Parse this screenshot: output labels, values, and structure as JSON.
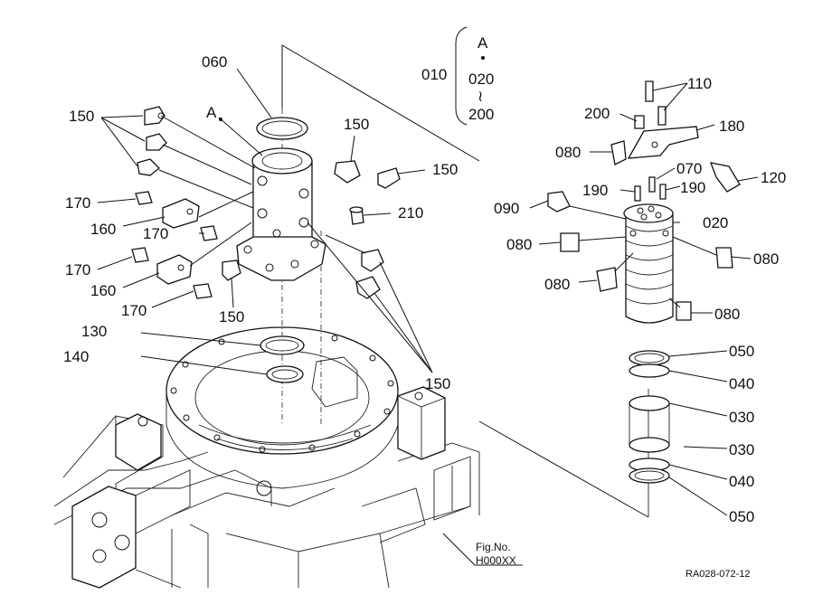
{
  "figure": {
    "fig_no_label": "Fig.No.",
    "fig_no_value": "H000XX",
    "drawing_ref": "RA028-072-12"
  },
  "assembly_note": {
    "group_number": "010",
    "top": "A",
    "range_start": "020",
    "range_tilde": "≀",
    "range_end": "200"
  },
  "callouts": {
    "p060": "060",
    "pA": "A",
    "p150_top_left": "150",
    "p150_mid": "150",
    "p150_right": "150",
    "p150_lower": "150",
    "p150_bottom": "150",
    "p170_a": "170",
    "p160_a": "160",
    "p170_b": "170",
    "p170_c": "170",
    "p160_b": "160",
    "p170_d": "170",
    "p210": "210",
    "p130": "130",
    "p140": "140",
    "p110": "110",
    "p200": "200",
    "p180": "180",
    "p080_a": "080",
    "p070": "070",
    "p120": "120",
    "p190_a": "190",
    "p190_b": "190",
    "p090": "090",
    "p020": "020",
    "p080_b": "080",
    "p080_c": "080",
    "p080_d": "080",
    "p080_e": "080",
    "p050_a": "050",
    "p040_a": "040",
    "p030_a": "030",
    "p030_b": "030",
    "p040_b": "040",
    "p050_b": "050"
  }
}
